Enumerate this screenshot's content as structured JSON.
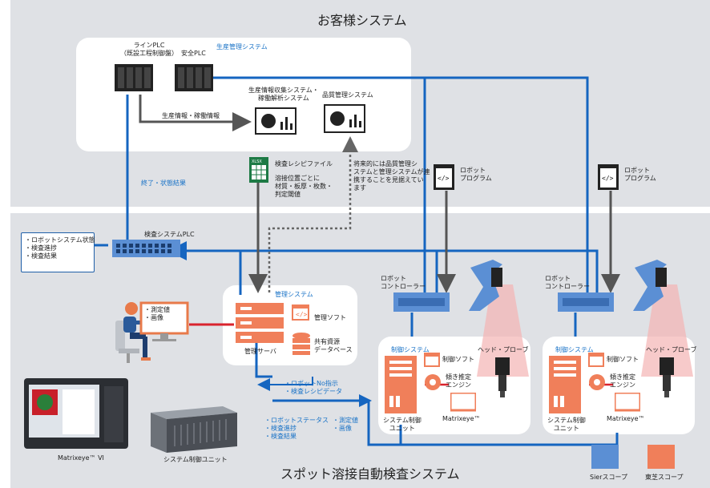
{
  "titles": {
    "customer_system": "お客様システム",
    "spot_system": "スポット溶接自動検査システム"
  },
  "customer": {
    "line_plc": [
      "ラインPLC",
      "（既設工程制御盤）"
    ],
    "safety_plc": "安全PLC",
    "production_mgmt": "生産管理システム",
    "prod_info_system": [
      "生産情報収集システム・",
      "稼働解析システム"
    ],
    "quality_mgmt": "品質管理システム",
    "prod_info_flow": "生産情報・稼働情報"
  },
  "recipe": {
    "xlsx": "XLSX",
    "title": "検査レシピファイル",
    "desc": [
      "溶接位置ごとに",
      "材質・板厚・枚数・",
      "判定閾値"
    ]
  },
  "future_note": [
    "将来的には品質管理シ",
    "ステムと管理システムが連",
    "携することを見据えてい",
    "ます"
  ],
  "finish_status": "終了・状態結果",
  "inspection_plc": "検査システムPLC",
  "plc_info": [
    "・ロボットシステム状態",
    "・検査進捗",
    "・検査結果"
  ],
  "operator_screen": [
    "・測定値",
    "・画像"
  ],
  "mgmt": {
    "system": "管理システム",
    "soft": "管理ソフト",
    "resources": [
      "共有資源",
      "データベース"
    ],
    "server": "管理サーバ"
  },
  "flows": {
    "to_unit": [
      "・ロボットNo指示",
      "・検査レシピデータ"
    ],
    "from_unit_left": [
      "・ロボットステータス",
      "・検査進捗",
      "・検査結果"
    ],
    "from_unit_right": [
      "・測定値",
      "・画像"
    ]
  },
  "robot": {
    "program": [
      "ロボット",
      "プログラム"
    ],
    "controller": [
      "ロボット",
      "コントローラー"
    ],
    "head_probe": "ヘッド・プローブ"
  },
  "control": {
    "system": "制御システム",
    "soft": "制御ソフト",
    "engine": [
      "傾き推定",
      "エンジン"
    ],
    "unit": [
      "システム制御",
      "ユニット"
    ],
    "matrixeye": "Matrixeye™"
  },
  "products": {
    "matrixeye6": "Matrixeye™ VI",
    "control_unit": "システム制御ユニット"
  },
  "legend": {
    "sier": "Sierスコープ",
    "toshiba": "東芝スコープ",
    "sier_color": "#5b8fd4",
    "toshiba_color": "#f07f5a"
  },
  "colors": {
    "blue_line": "#1565c0",
    "gray_line": "#555555",
    "red_line": "#d9232d",
    "orange": "#f07f5a"
  }
}
